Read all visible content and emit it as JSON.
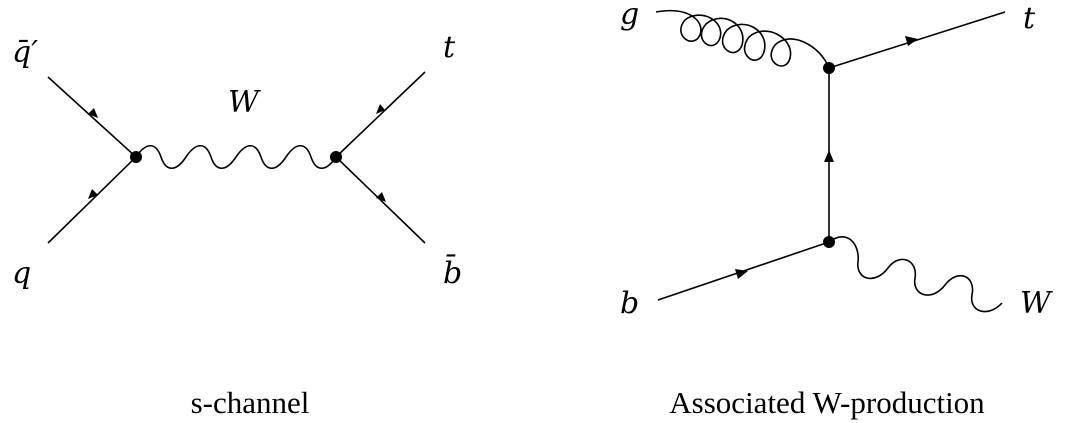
{
  "diagrams": [
    {
      "caption": "s-channel",
      "labels": {
        "top_left": "q̄′",
        "bottom_left": "q",
        "boson": "W",
        "top_right": "t",
        "bottom_right": "b̄"
      }
    },
    {
      "caption": "Associated W-production",
      "labels": {
        "gluon": "g",
        "top_out": "t",
        "bottom_in": "b",
        "boson_out": "W"
      }
    }
  ]
}
